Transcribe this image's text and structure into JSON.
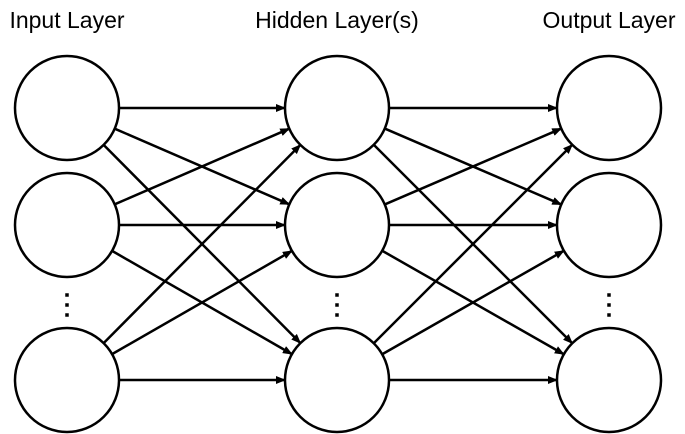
{
  "diagram": {
    "labels": {
      "input": "Input Layer",
      "hidden": "Hidden Layer(s)",
      "output": "Output Layer"
    },
    "layers": [
      {
        "key": "input",
        "nodes": [
          "node",
          "node",
          "ellipsis",
          "node"
        ]
      },
      {
        "key": "hidden",
        "nodes": [
          "node",
          "node",
          "ellipsis",
          "node"
        ]
      },
      {
        "key": "output",
        "nodes": [
          "node",
          "node",
          "ellipsis",
          "node"
        ]
      }
    ],
    "connections": "fully-connected",
    "colors": {
      "stroke": "#000000",
      "node_fill": "#ffffff",
      "background": "#ffffff"
    }
  }
}
